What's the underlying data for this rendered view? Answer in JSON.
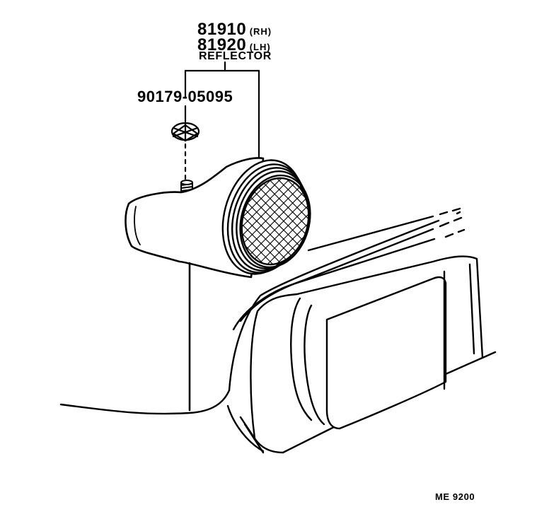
{
  "parts": [
    {
      "number": "81910",
      "side": "(RH)"
    },
    {
      "number": "81920",
      "side": "(LH)"
    }
  ],
  "part_name": "REFLECTOR",
  "nut_part_number": "90179-05095",
  "figure_code": "ME 9200",
  "colors": {
    "ink": "#000000",
    "background": "#ffffff"
  }
}
